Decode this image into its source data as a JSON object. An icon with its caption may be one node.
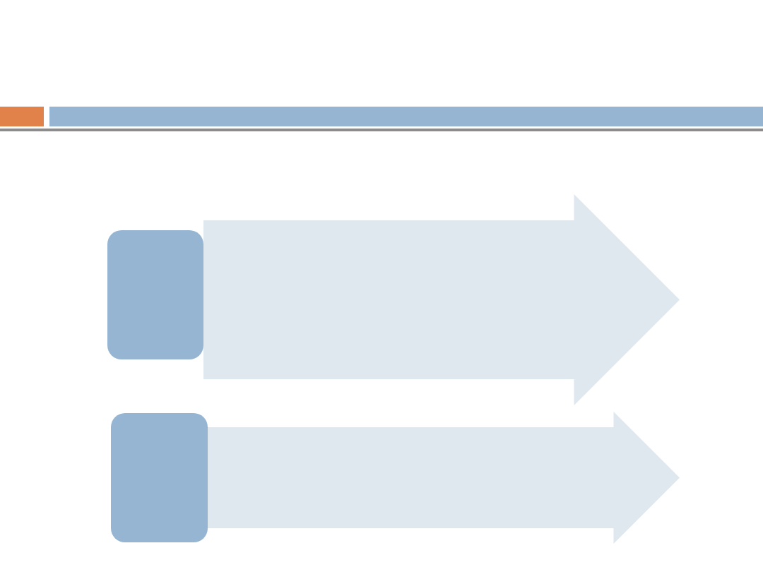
{
  "diagram": {
    "nodes": [
      {
        "text": [],
        "shape": "box"
      },
      {
        "text": [],
        "shape": "box"
      }
    ],
    "edges": [
      {
        "from": 0,
        "to": null,
        "arrow": "to"
      },
      {
        "from": 1,
        "to": null,
        "arrow": "to"
      }
    ]
  }
}
